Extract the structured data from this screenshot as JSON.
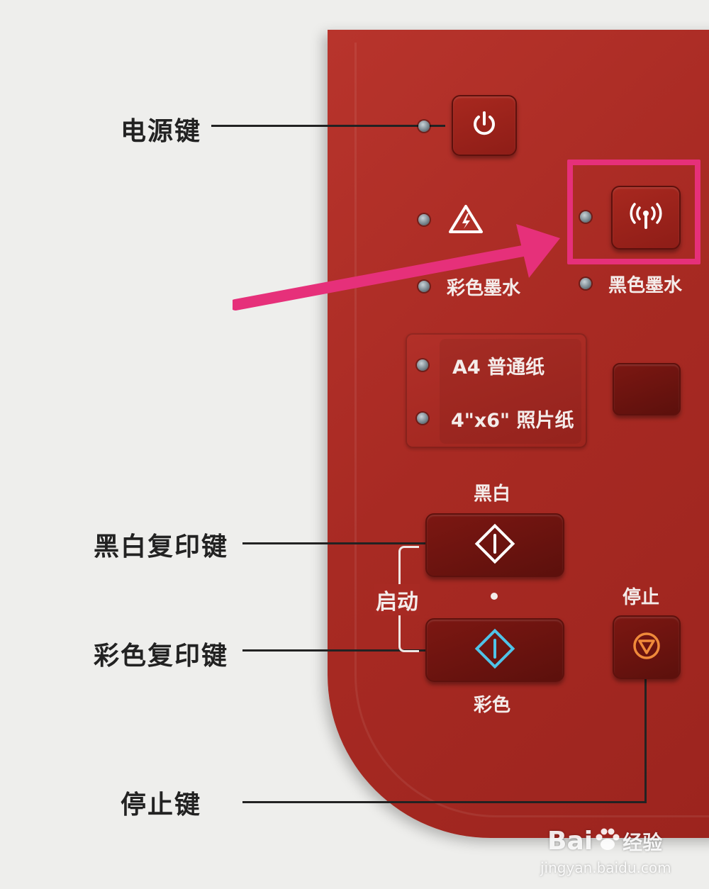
{
  "labels": {
    "power_key": "电源键",
    "bw_copy_key": "黑白复印键",
    "color_copy_key": "彩色复印键",
    "stop_key": "停止键"
  },
  "panel": {
    "color_ink": "彩色墨水",
    "black_ink": "黑色墨水",
    "paper_a4": "A4 普通纸",
    "paper_photo": "4\"x6\" 照片纸",
    "bw": "黑白",
    "start": "启动",
    "stop": "停止",
    "color": "彩色"
  },
  "watermark": {
    "brand": "Bai",
    "brand_suffix": "经验",
    "url": "jingyan.baidu.com"
  },
  "colors": {
    "panel_red": "#a82a23",
    "highlight_pink": "#e6307a",
    "bw_diamond": "#ffffff",
    "color_diamond": "#4fc3e8",
    "stop_icon": "#f08a3a"
  },
  "icons": {
    "power": "power-icon",
    "warning": "warning-icon",
    "wifi": "wireless-icon",
    "bw_start": "diamond-start-icon",
    "color_start": "diamond-start-icon",
    "stop": "stop-icon",
    "paw": "paw-icon"
  }
}
